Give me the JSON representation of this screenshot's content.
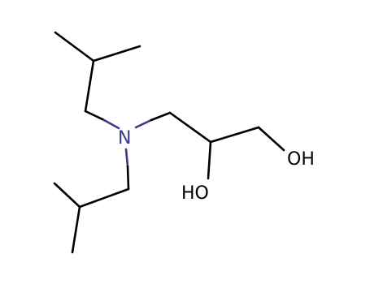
{
  "molecule": {
    "atoms": {
      "nitrogen": "N",
      "hydroxyl_terminal": "OH",
      "hydroxyl_secondary": "HO"
    },
    "colors": {
      "carbon_bond": "#000000",
      "nitrogen": "#3a3a8c",
      "oxygen": "#000000",
      "background": "#ffffff"
    }
  }
}
